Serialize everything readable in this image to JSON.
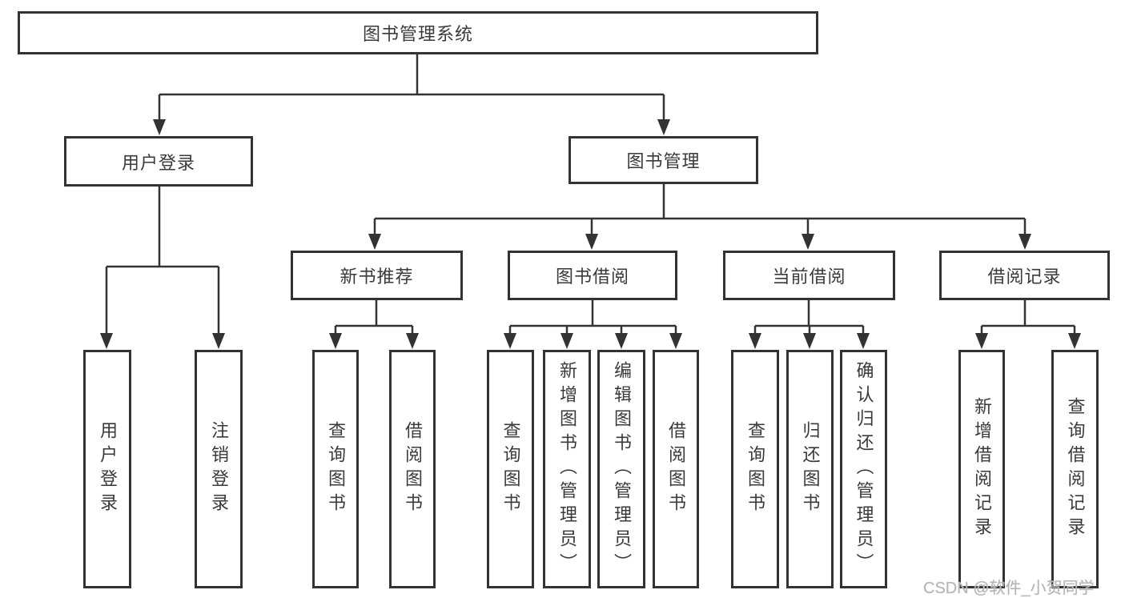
{
  "colors": {
    "line": "#333333",
    "box_border": "#333333",
    "box_background": "#ffffff",
    "text": "#3a3a3a",
    "watermark": "#b5b5b5",
    "page_background": "#ffffff"
  },
  "tree": {
    "root": {
      "label": "图书管理系统",
      "children": [
        {
          "label": "用户登录",
          "children": [
            {
              "label": "用户登录"
            },
            {
              "label": "注销登录"
            }
          ]
        },
        {
          "label": "图书管理",
          "children": [
            {
              "label": "新书推荐",
              "children": [
                {
                  "label": "查询图书"
                },
                {
                  "label": "借阅图书"
                }
              ]
            },
            {
              "label": "图书借阅",
              "children": [
                {
                  "label": "查询图书"
                },
                {
                  "label": "新增图书（管理员）"
                },
                {
                  "label": "编辑图书（管理员）"
                },
                {
                  "label": "借阅图书"
                }
              ]
            },
            {
              "label": "当前借阅",
              "children": [
                {
                  "label": "查询图书"
                },
                {
                  "label": "归还图书"
                },
                {
                  "label": "确认归还（管理员）"
                }
              ]
            },
            {
              "label": "借阅记录",
              "children": [
                {
                  "label": "新增借阅记录"
                },
                {
                  "label": "查询借阅记录"
                }
              ]
            }
          ]
        }
      ]
    }
  },
  "watermark": {
    "text": "CSDN @软件_小贺同学"
  }
}
